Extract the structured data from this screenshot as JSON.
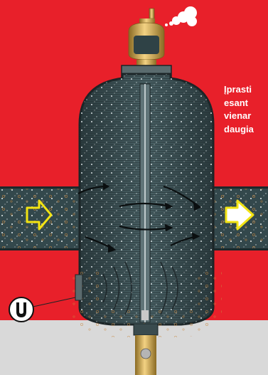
{
  "colors": {
    "background": "#e8202a",
    "floor": "#d9d9d9",
    "vessel": "#3d5257",
    "pipe": "#33484c",
    "brass": "#d4a84a",
    "arrow_fill": "#ffffff",
    "arrow_outline": "#f2e313"
  },
  "caption_lines": [
    "Įprasti",
    "esant",
    "vienar",
    "daugia"
  ],
  "icons": {
    "inlet": "inlet-arrow-icon",
    "outlet": "outlet-arrow-icon",
    "magnet": "magnet-icon",
    "air_release": "air-puff-icon"
  }
}
